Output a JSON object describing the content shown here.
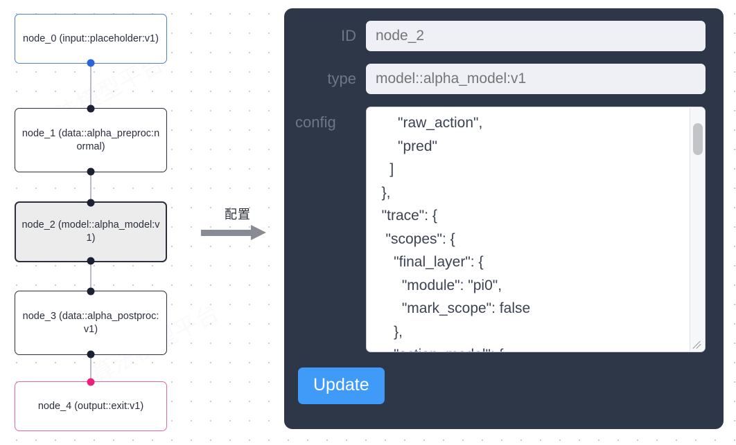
{
  "canvas": {
    "grid": "dot-grid",
    "background_color": "#ffffff",
    "dot_color": "#c9ccd4"
  },
  "graph": {
    "nodes": [
      {
        "id": "node_0",
        "label": "node_0\n(input::placeholder:v1)",
        "kind": "input",
        "border_color": "#4a7fc9",
        "port_color": "#2b63d9",
        "selected": false
      },
      {
        "id": "node_1",
        "label": "node_1\n(data::alpha_preproc:normal)",
        "kind": "data",
        "border_color": "#2b2f3d",
        "port_color": "#1b2133",
        "selected": false
      },
      {
        "id": "node_2",
        "label": "node_2\n(model::alpha_model:v1)",
        "kind": "model",
        "border_color": "#2b2f3d",
        "port_color": "#1b2133",
        "selected": true
      },
      {
        "id": "node_3",
        "label": "node_3\n(data::alpha_postproc:v1)",
        "kind": "data",
        "border_color": "#2b2f3d",
        "port_color": "#1b2133",
        "selected": false
      },
      {
        "id": "node_4",
        "label": "node_4\n(output::exit:v1)",
        "kind": "output",
        "border_color": "#e8649e",
        "port_color": "#ec1f7f",
        "selected": false
      }
    ],
    "edge_color": "#b9bcc4"
  },
  "transition": {
    "label": "配置",
    "arrow_color": "#888b93"
  },
  "panel": {
    "background_color": "#2d3748",
    "accent_color": "#3f9bf7",
    "fields": {
      "id": {
        "label": "ID",
        "value": "node_2",
        "placeholder": "node_2"
      },
      "type": {
        "label": "type",
        "value": "model::alpha_model:v1",
        "placeholder": "model::alpha_model:v1"
      },
      "config": {
        "label": "config",
        "value": "      \"raw_action\",\n      \"pred\"\n    ]\n  },\n  \"trace\": {\n   \"scopes\": {\n     \"final_layer\": {\n       \"module\": \"pi0\",\n       \"mark_scope\": false\n     },\n     \"action_model\": {",
        "placeholder": ""
      }
    },
    "update_button": {
      "label": "Update"
    }
  },
  "watermark_text": "算法模型平台"
}
